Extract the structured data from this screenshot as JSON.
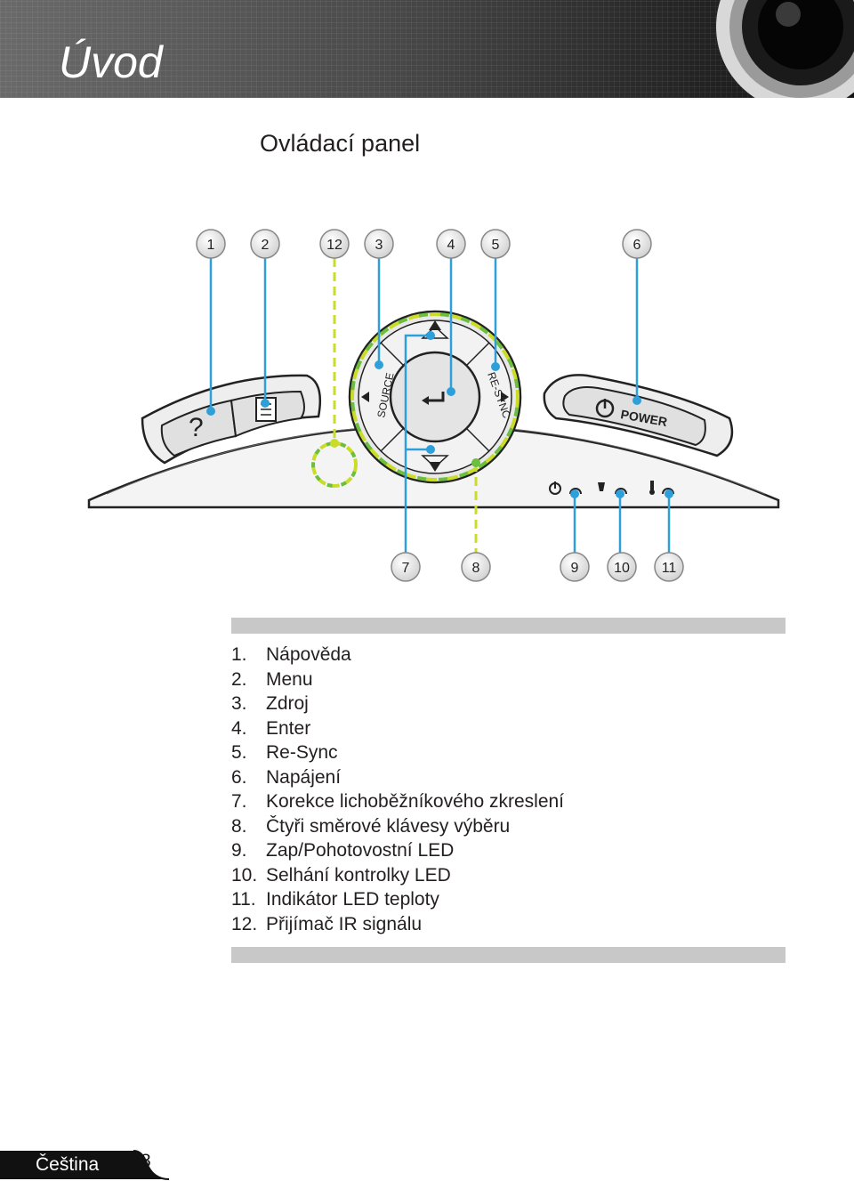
{
  "header": {
    "title": "Úvod"
  },
  "section": {
    "title": "Ovládací panel"
  },
  "diagram": {
    "top_callouts": [
      "1",
      "2",
      "12",
      "3",
      "4",
      "5",
      "6"
    ],
    "bottom_callouts": [
      "7",
      "8",
      "9",
      "10",
      "11"
    ],
    "labels": {
      "help": "?",
      "source": "SOURCE",
      "resync": "RE-SYNC",
      "power": "POWER"
    },
    "colors": {
      "callout_line": "#2e9fd9",
      "ir_dash": "#c8dc28",
      "keypad_dash": "#6cbf3e"
    }
  },
  "legend": {
    "items": [
      {
        "num": "1.",
        "label": "Nápověda"
      },
      {
        "num": "2.",
        "label": "Menu"
      },
      {
        "num": "3.",
        "label": "Zdroj"
      },
      {
        "num": "4.",
        "label": "Enter"
      },
      {
        "num": "5.",
        "label": "Re-Sync"
      },
      {
        "num": "6.",
        "label": "Napájení"
      },
      {
        "num": "7.",
        "label": "Korekce lichoběžníkového zkreslení"
      },
      {
        "num": "8.",
        "label": "Čtyři směrové klávesy výběru"
      },
      {
        "num": "9.",
        "label": "Zap/Pohotovostní LED"
      },
      {
        "num": "10.",
        "label": "Selhání kontrolky LED"
      },
      {
        "num": "11.",
        "label": "Indikátor LED teploty"
      },
      {
        "num": "12.",
        "label": "Přijímač IR signálu"
      }
    ]
  },
  "footer": {
    "language": "Čeština",
    "page": "8"
  }
}
